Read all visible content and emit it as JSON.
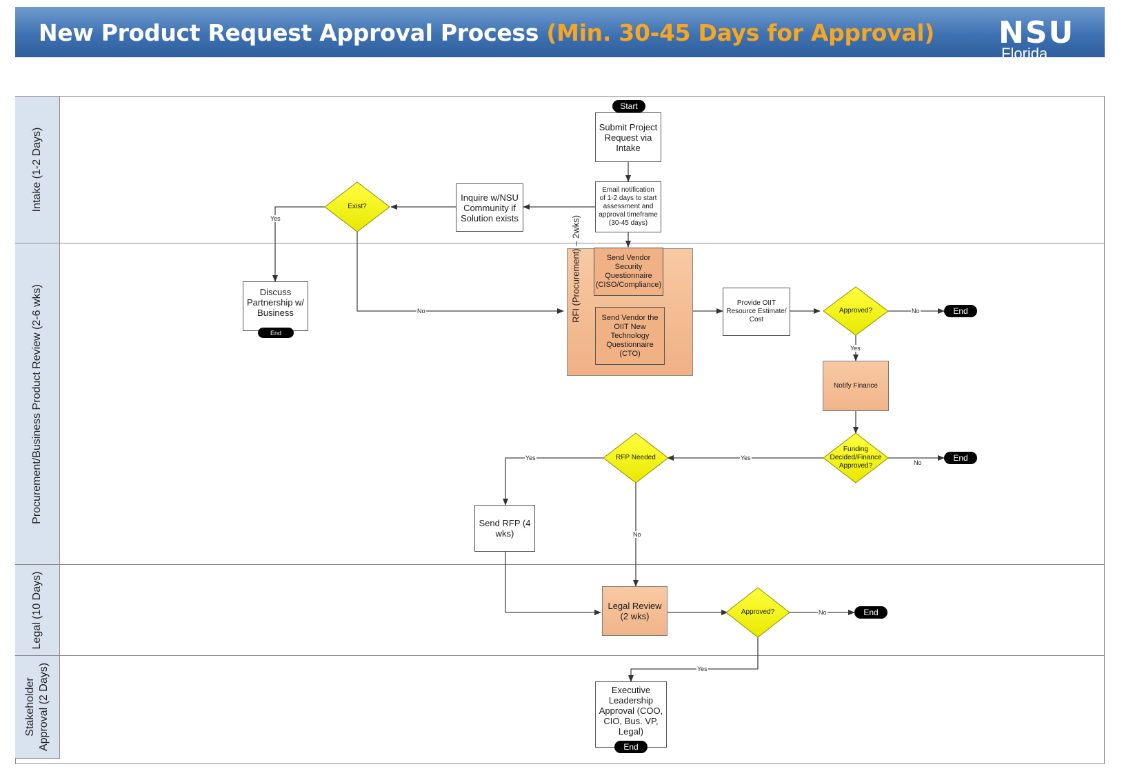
{
  "header": {
    "title_main": "New Product Request Approval Process",
    "title_highlight": "(Min. 30-45 Days for Approval)",
    "logo_main": "NSU",
    "logo_sub": "Florida"
  },
  "lanes": [
    {
      "label": "Intake (1-2 Days)"
    },
    {
      "label": "Procurement/Business Product Review (2-6 wks)"
    },
    {
      "label": "Legal (10 Days)"
    },
    {
      "label_line1": "Stakeholder",
      "label_line2": "Approval (2 Days)"
    }
  ],
  "nodes": {
    "start": "Start",
    "submit": "Submit Project Request via Intake",
    "email": "Email notification of 1-2 days to start assessment and approval timeframe (30-45 days)",
    "inquire": "Inquire w/NSU Community if Solution exists",
    "exist": "Exist?",
    "discuss": "Discuss Partnership w/ Business",
    "discuss_end": "End",
    "rfi_label": "RFI (Procurement) – 2wks)",
    "security": "Send Vendor Security Questionnaire (CISO/Compliance)",
    "oiit_q": "Send Vendor the OIIT New Technology Questionnaire (CTO)",
    "provide": "Provide OIIT Resource Estimate/ Cost",
    "approved1": "Approved?",
    "end1": "End",
    "notify": "Notify Finance",
    "funding": "Funding Decided/Finance Approved?",
    "end2": "End",
    "rfp_needed": "RFP Needed",
    "send_rfp": "Send RFP (4 wks)",
    "legal_review": "Legal Review (2 wks)",
    "approved2": "Approved?",
    "end3": "End",
    "executive": "Executive Leadership Approval (COO, CIO, Bus. VP, Legal)",
    "exec_end": "End"
  },
  "edge_labels": {
    "exist_yes": "Yes",
    "exist_no": "No",
    "approved1_no": "No",
    "approved1_yes": "Yes",
    "funding_yes": "Yes",
    "funding_no": "No",
    "rfp_yes": "Yes",
    "rfp_no": "No",
    "approved2_no": "No",
    "approved2_yes": "Yes"
  },
  "colors": {
    "title_bar": "#3f72b2",
    "title_highlight": "#f5a623",
    "lane_header": "#d9e3ef",
    "decision": "#ffff00",
    "process_peach": "#f1b48a"
  }
}
